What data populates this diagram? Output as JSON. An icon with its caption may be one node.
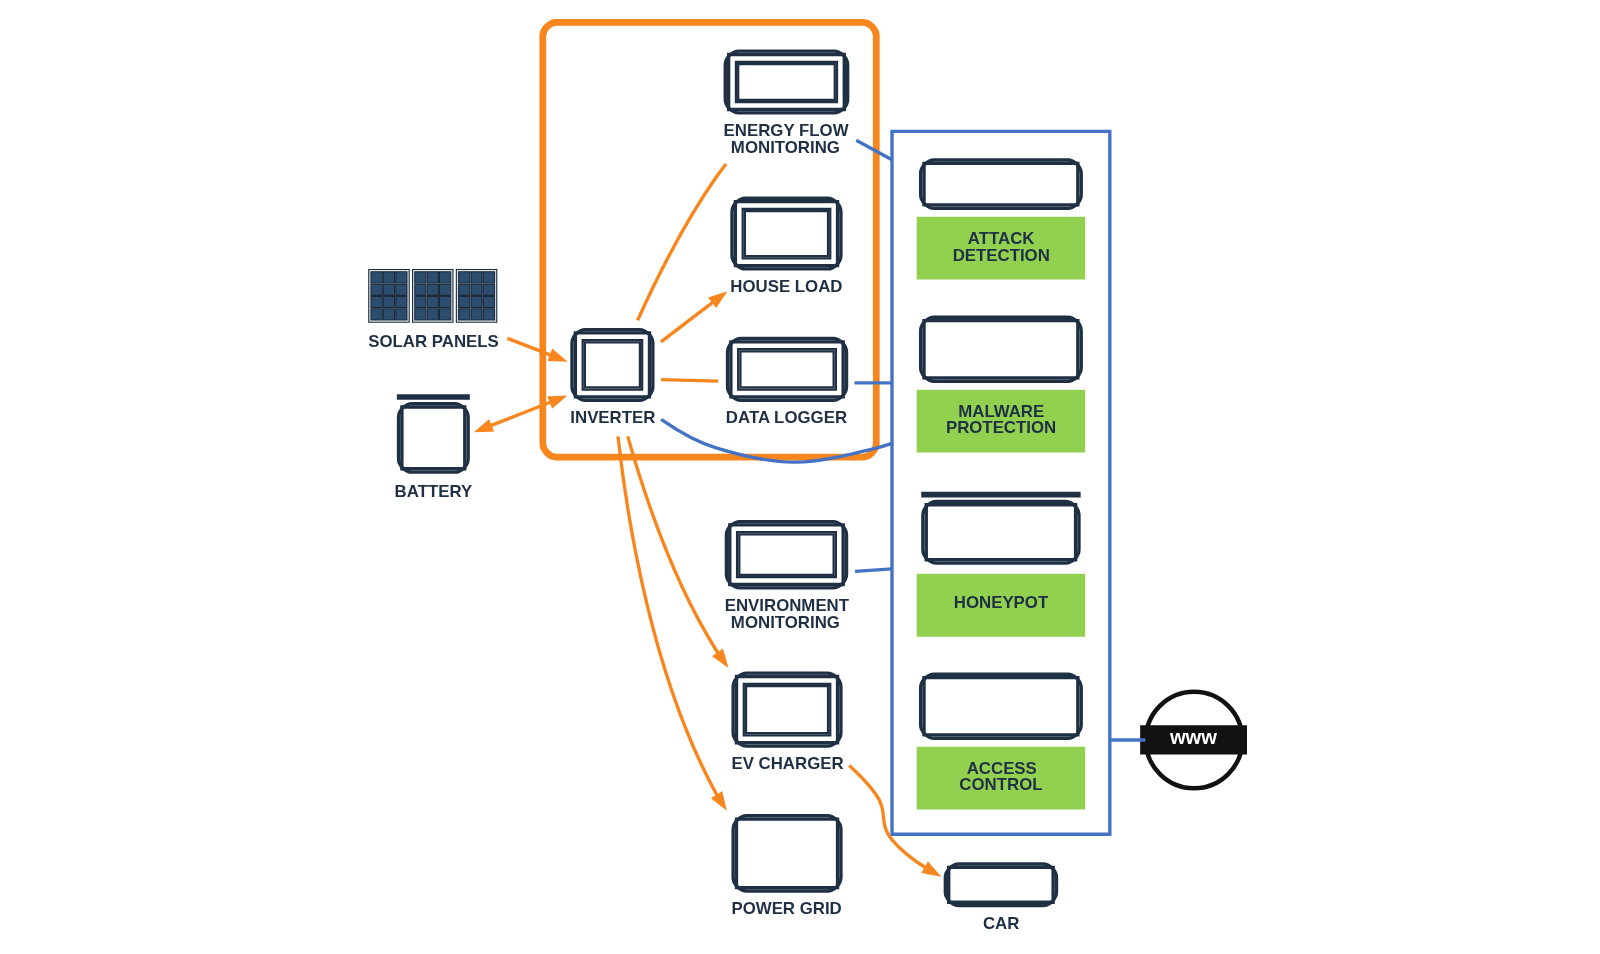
{
  "diagram": {
    "nodes": [
      {
        "text": [],
        "shape": "house"
      },
      {
        "text": [
          "SOLAR PANELS"
        ]
      },
      {
        "text": [
          "ENVIRONMENT MONITORING"
        ]
      },
      {
        "text": [
          "BATTERY"
        ]
      },
      {
        "text": [
          "INVERTER"
        ],
        "in": 0
      },
      {
        "text": [
          "DATA LOGGER"
        ],
        "in": 0
      },
      {
        "text": [],
        "shape": "box"
      },
      {
        "text": [
          "MALWARE PROTECTION"
        ],
        "in": 6
      },
      {
        "text": [
          "HONEYPOT"
        ],
        "in": 6
      },
      {
        "text": [
          "www"
        ]
      },
      {
        "text": [
          "CAR"
        ]
      },
      {
        "text": [
          "EV CHARGER"
        ]
      },
      {
        "text": [
          "HOUSE LOAD"
        ],
        "in": 0
      },
      {
        "text": [
          "ENERGY FLOW MONITORING"
        ],
        "in": 0
      },
      {
        "text": [
          "ATTACK DETECTION"
        ],
        "in": 6
      },
      {
        "text": [
          "ACCESS CONTROL"
        ],
        "in": 6
      },
      {
        "text": [
          "POWER GRID"
        ]
      }
    ],
    "edges": [
      {
        "from": 1,
        "to": 4,
        "arrow": "to"
      },
      {
        "from": 3,
        "to": 4,
        "arrow": "both"
      },
      {
        "from": 4,
        "to": 12,
        "arrow": "to"
      },
      {
        "from": 4,
        "to": 11,
        "arrow": "to"
      },
      {
        "from": 11,
        "to": 10,
        "arrow": "to"
      },
      {
        "from": 4,
        "to": 16,
        "arrow": "to"
      },
      {
        "from": 4,
        "to": 5,
        "arrow": "none"
      },
      {
        "from": 4,
        "to": 13,
        "arrow": "none"
      },
      {
        "from": 4,
        "to": 6,
        "arrow": "none",
        "color": "#4472c4"
      },
      {
        "from": 5,
        "to": 6,
        "arrow": "none",
        "color": "#4472c4"
      },
      {
        "from": 13,
        "to": 6,
        "arrow": "none",
        "color": "#4472c4"
      },
      {
        "from": 2,
        "to": 6,
        "arrow": "none",
        "color": "#4472c4"
      },
      {
        "from": 6,
        "to": 9,
        "arrow": "none",
        "color": "#4472c4"
      }
    ]
  }
}
